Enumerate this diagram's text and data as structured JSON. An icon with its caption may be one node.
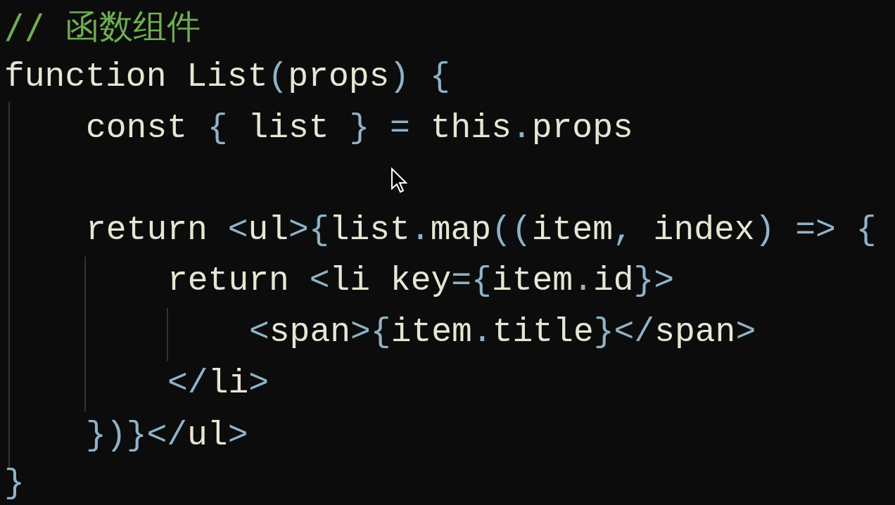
{
  "diagram": {
    "labels": [
      "// 函数组件",
      "function List(props) {",
      "const { list } = this.props",
      "return <ul>{list.map((item, index) => {",
      "return <li key={item.id}>",
      "<span>{item.title}</span>",
      "</li>",
      "})}</ul>",
      "}"
    ]
  }
}
